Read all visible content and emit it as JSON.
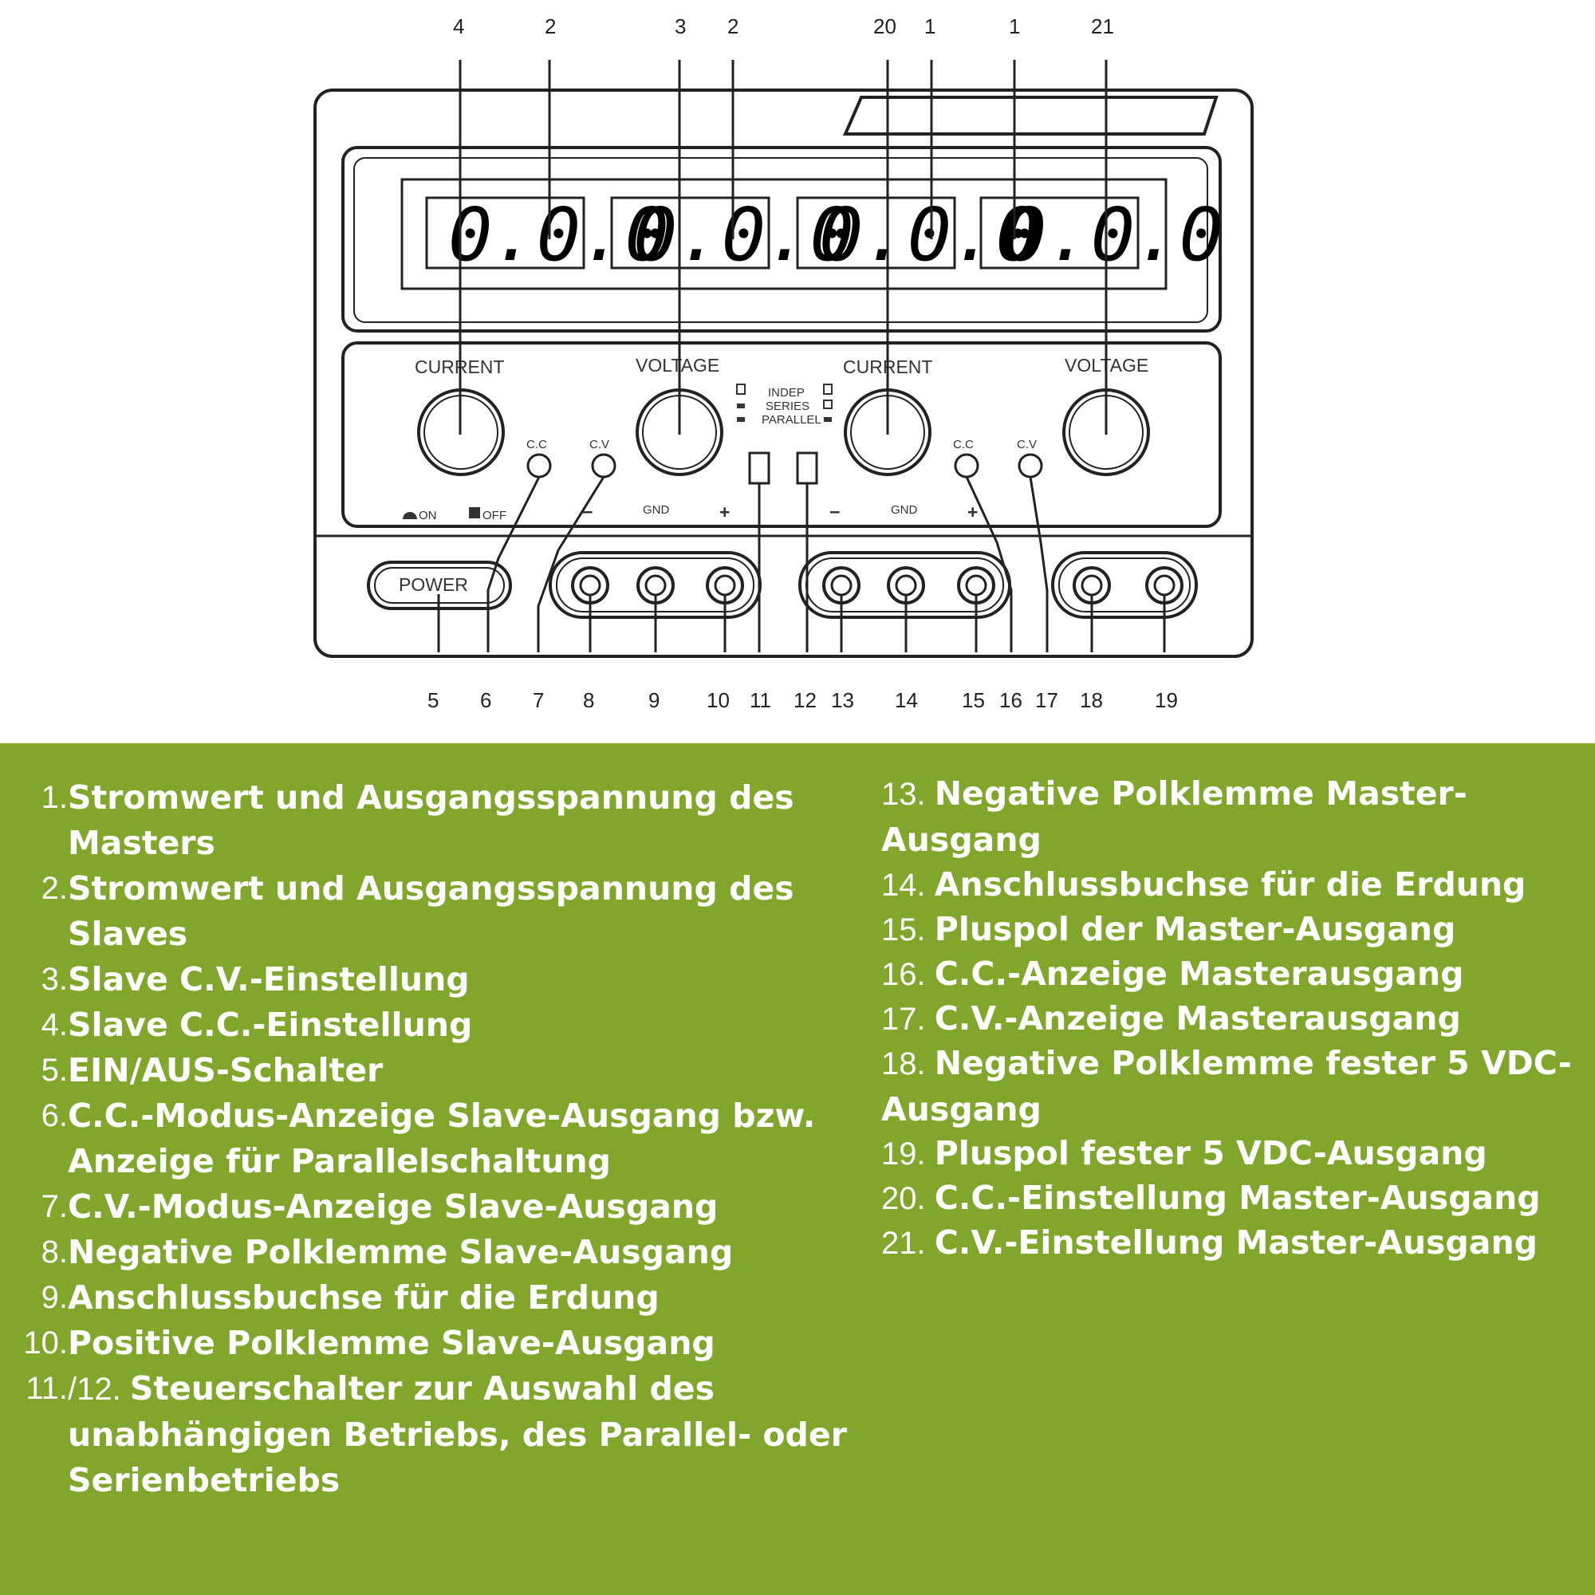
{
  "callouts_top": [
    "4",
    "2",
    "3",
    "2",
    "20",
    "1",
    "1",
    "21"
  ],
  "callouts_bottom": [
    "5",
    "6",
    "7",
    "8",
    "9",
    "10",
    "11",
    "12",
    "13",
    "14",
    "15",
    "16",
    "17",
    "18",
    "19"
  ],
  "panel": {
    "displays": [
      "0.0.0",
      "0.0.0",
      "0.0.0",
      "0.0.0"
    ],
    "current_label": "CURRENT",
    "voltage_label": "VOLTAGE",
    "cc_label": "C.C",
    "cv_label": "C.V",
    "mode_labels": [
      "INDEP",
      "SERIES",
      "PARALLEL"
    ],
    "on_label": "ON",
    "off_label": "OFF",
    "gnd_label": "GND",
    "minus_label": "−",
    "plus_label": "+",
    "power_label": "POWER"
  },
  "legend_left": [
    {
      "num": "1.",
      "text": "Stromwert und Ausgangsspannung des Masters"
    },
    {
      "num": "2.",
      "text": " Stromwert und Ausgangsspannung des Slaves"
    },
    {
      "num": "3.",
      "text": "Slave C.V.-Einstellung"
    },
    {
      "num": "4.",
      "text": "Slave C.C.-Einstellung"
    },
    {
      "num": "5.",
      "text": "EIN/AUS-Schalter"
    },
    {
      "num": "6.",
      "text": "C.C.-Modus-Anzeige Slave-Ausgang bzw. Anzeige für Parallelschaltung"
    },
    {
      "num": "7.",
      "text": "C.V.-Modus-Anzeige Slave-Ausgang"
    },
    {
      "num": "8.",
      "text": "Negative Polklemme Slave-Ausgang"
    },
    {
      "num": "9.",
      "text": "Anschlussbuchse für die Erdung"
    },
    {
      "num": "10.",
      "text": "Positive Polklemme Slave-Ausgang"
    },
    {
      "num": "11.",
      "num2": "/12. ",
      "text": "Steuerschalter zur Auswahl des unabhängigen Betriebs, des Parallel- oder Serienbetriebs"
    }
  ],
  "legend_right": [
    {
      "num": "13. ",
      "text": "Negative Polklemme Master-Ausgang"
    },
    {
      "num": "14. ",
      "text": "Anschlussbuchse für die Erdung"
    },
    {
      "num": "15. ",
      "text": "Pluspol der Master-Ausgang"
    },
    {
      "num": "16. ",
      "text": "C.C.-Anzeige Masterausgang"
    },
    {
      "num": "17. ",
      "text": "C.V.-Anzeige Masterausgang"
    },
    {
      "num": "18. ",
      "text": "Negative Polklemme fester 5 VDC-Ausgang"
    },
    {
      "num": "19. ",
      "text": "Pluspol fester 5 VDC-Ausgang"
    },
    {
      "num": "20. ",
      "text": " C.C.-Einstellung Master-Ausgang"
    },
    {
      "num": "21. ",
      "text": "C.V.-Einstellung Master-Ausgang"
    }
  ]
}
